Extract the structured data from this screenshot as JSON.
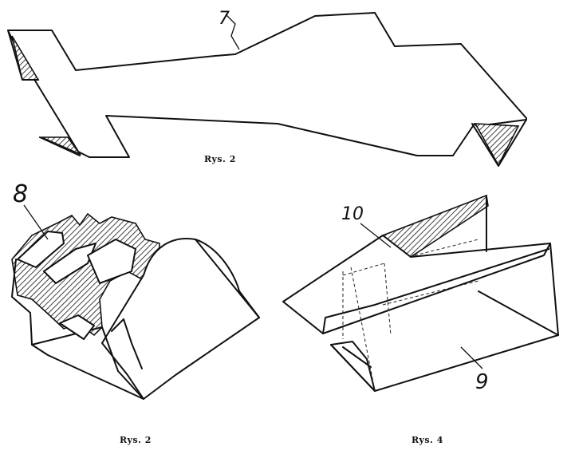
{
  "figures": {
    "top": {
      "caption": "Rys. 2",
      "callout": "7"
    },
    "bottom_left": {
      "caption": "Rys. 2",
      "callout": "8"
    },
    "bottom_right": {
      "caption": "Rys. 4",
      "callouts": [
        "10",
        "9"
      ]
    }
  },
  "colors": {
    "ink": "#111111",
    "paper": "#ffffff"
  }
}
